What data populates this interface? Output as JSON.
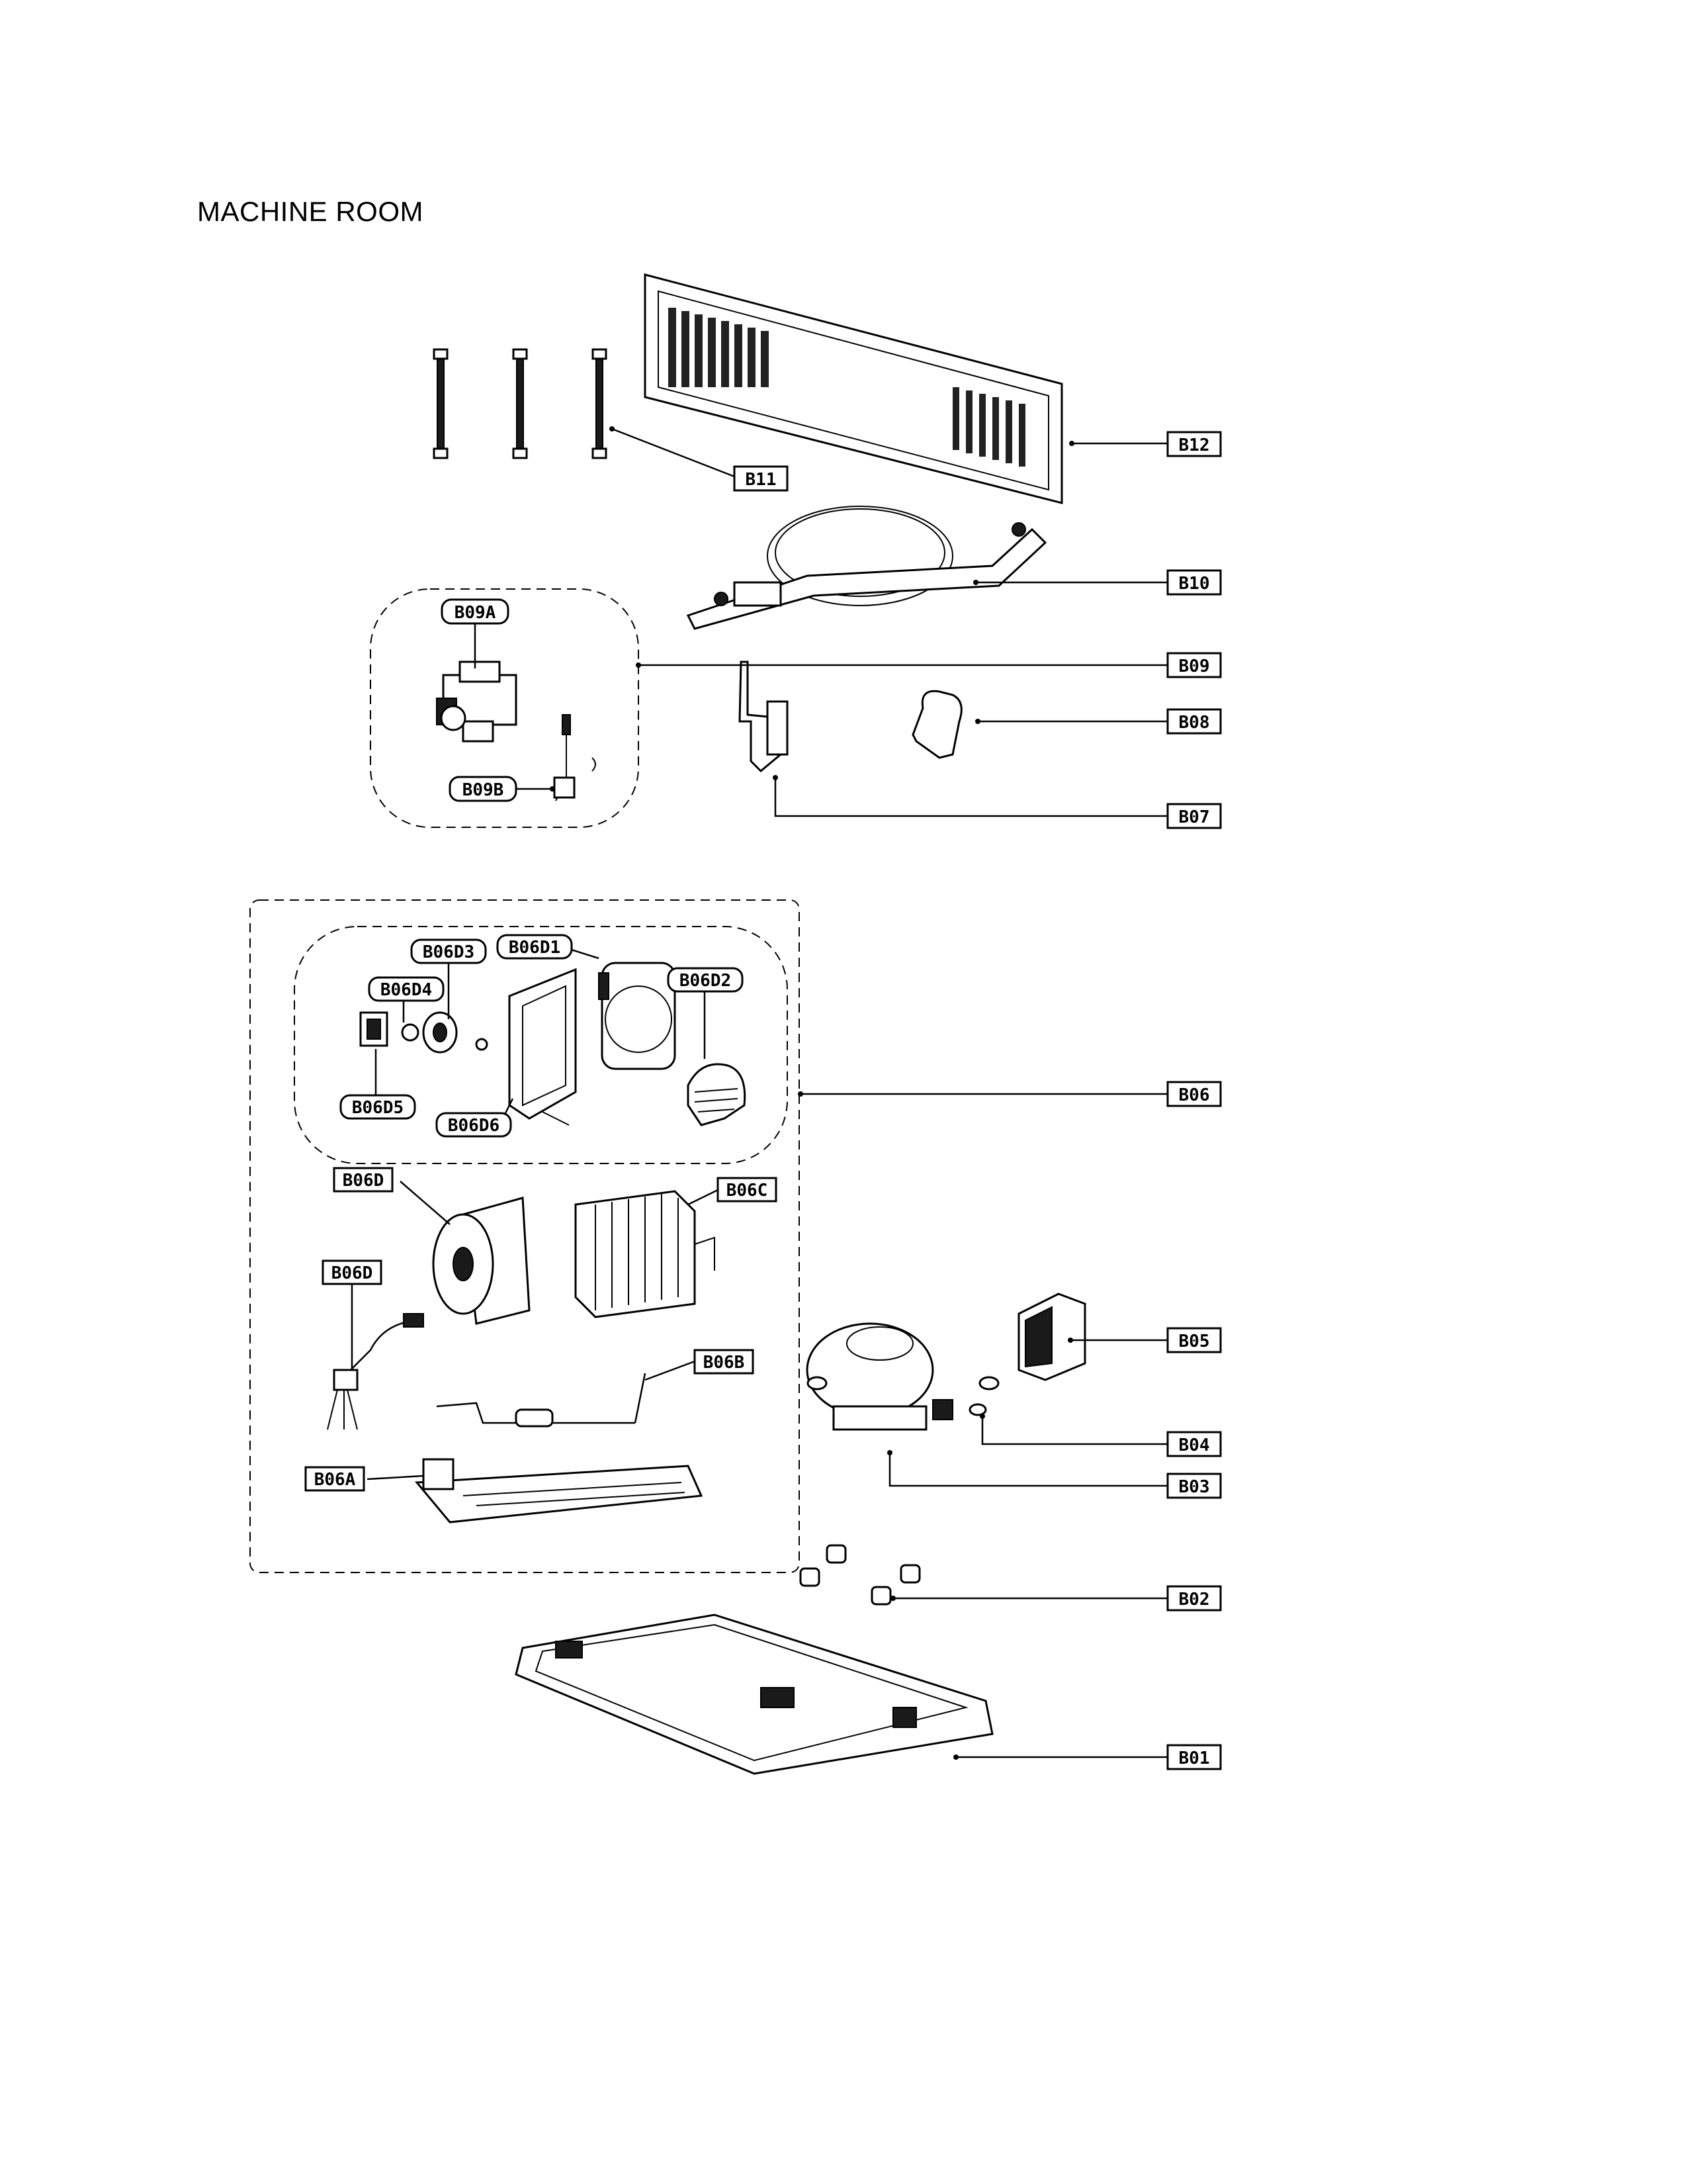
{
  "title": "MACHINE ROOM",
  "labels": {
    "B12": "B12",
    "B11": "B11",
    "B10": "B10",
    "B09": "B09",
    "B09A": "B09A",
    "B09B": "B09B",
    "B08": "B08",
    "B07": "B07",
    "B06": "B06",
    "B06D1": "B06D1",
    "B06D2": "B06D2",
    "B06D3": "B06D3",
    "B06D4": "B06D4",
    "B06D5": "B06D5",
    "B06D6": "B06D6",
    "B06D_a": "B06D",
    "B06D_b": "B06D",
    "B06C": "B06C",
    "B06B": "B06B",
    "B06A": "B06A",
    "B05": "B05",
    "B04": "B04",
    "B03": "B03",
    "B02": "B02",
    "B01": "B01"
  }
}
